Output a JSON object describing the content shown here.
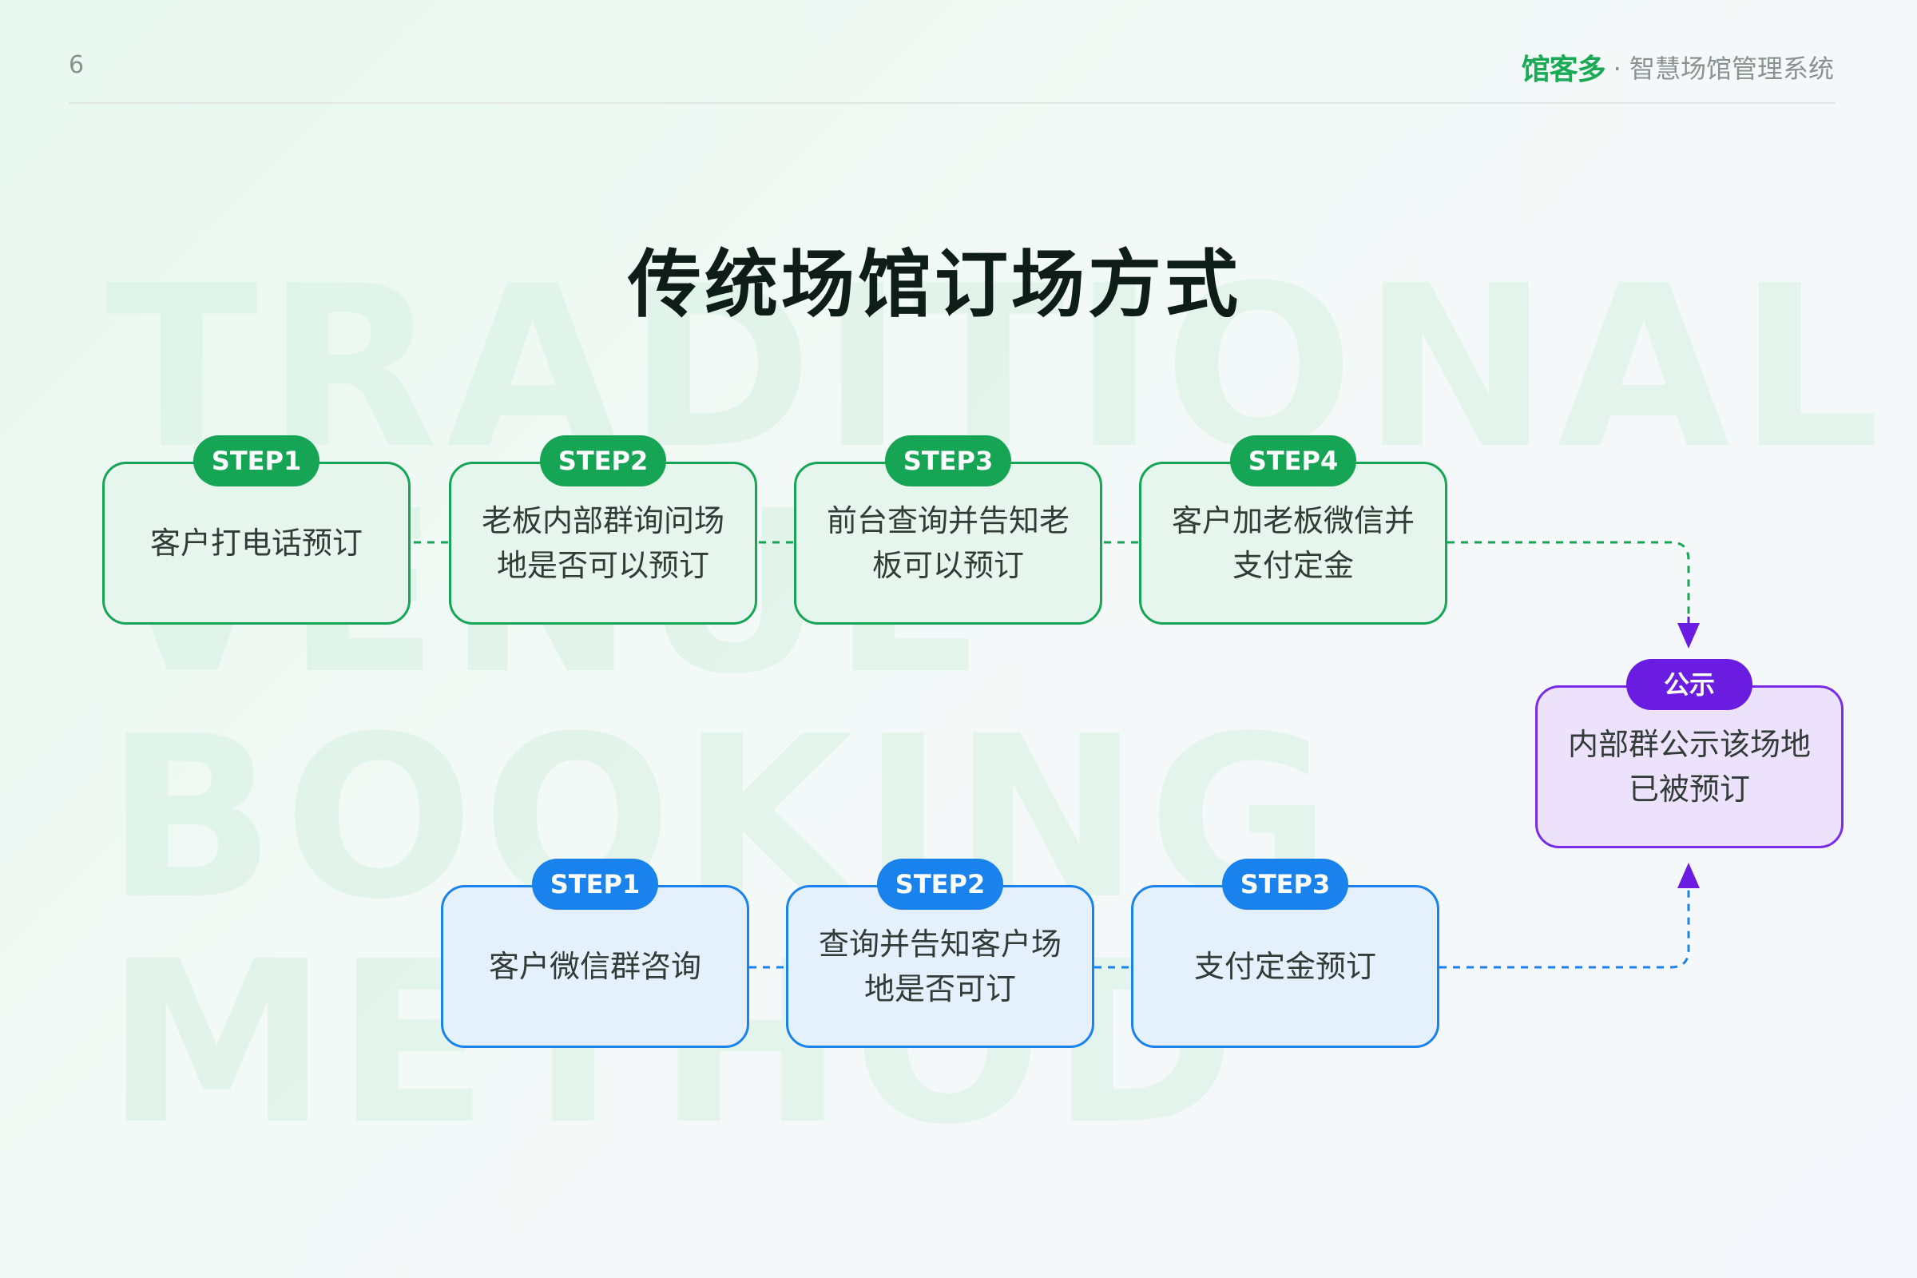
{
  "header": {
    "page_number": "6",
    "brand_logo": "馆客多",
    "brand_subtitle": "· 智慧场馆管理系统"
  },
  "watermark": [
    "TRADITIONAL",
    "VENUE",
    "BOOKING",
    "METHOD"
  ],
  "title": "传统场馆订场方式",
  "phone_flow": [
    {
      "badge": "STEP1",
      "text": "客户打电话预订"
    },
    {
      "badge": "STEP2",
      "text": "老板内部群询问场地是否可以预订"
    },
    {
      "badge": "STEP3",
      "text": "前台查询并告知老板可以预订"
    },
    {
      "badge": "STEP4",
      "text": "客户加老板微信并支付定金"
    }
  ],
  "wechat_flow": [
    {
      "badge": "STEP1",
      "text": "客户微信群咨询"
    },
    {
      "badge": "STEP2",
      "text": "查询并告知客户场地是否可订"
    },
    {
      "badge": "STEP3",
      "text": "支付定金预订"
    }
  ],
  "result": {
    "badge": "公示",
    "text": "内部群公示该场地已被预订"
  },
  "colors": {
    "green": "#16a455",
    "blue": "#1a82ec",
    "purple": "#6a1de0"
  }
}
